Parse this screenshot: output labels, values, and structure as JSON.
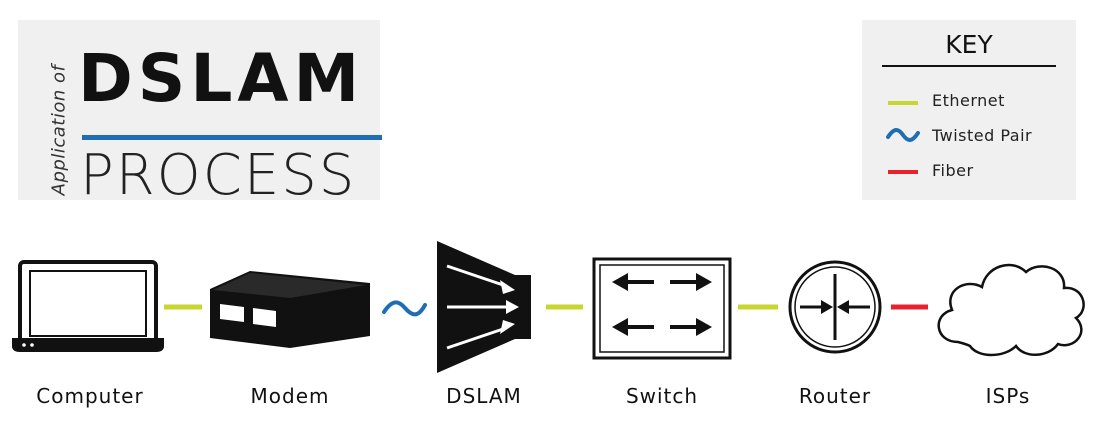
{
  "title": {
    "prefix": "Application of",
    "main": "DSLAM",
    "sub": "PROCESS"
  },
  "key": {
    "title": "KEY",
    "items": [
      {
        "label": "Ethernet",
        "type": "ethernet"
      },
      {
        "label": "Twisted Pair",
        "type": "twisted-pair"
      },
      {
        "label": "Fiber",
        "type": "fiber"
      }
    ]
  },
  "colors": {
    "ethernet": "#c8d630",
    "twisted_pair": "#1f6db5",
    "fiber": "#e8222d",
    "panel": "#f0f0f0",
    "ink": "#111111"
  },
  "nodes": [
    {
      "id": "computer",
      "label": "Computer",
      "icon": "laptop-icon"
    },
    {
      "id": "modem",
      "label": "Modem",
      "icon": "modem-icon"
    },
    {
      "id": "dslam",
      "label": "DSLAM",
      "icon": "dslam-icon"
    },
    {
      "id": "switch",
      "label": "Switch",
      "icon": "switch-icon"
    },
    {
      "id": "router",
      "label": "Router",
      "icon": "router-icon"
    },
    {
      "id": "isps",
      "label": "ISPs",
      "icon": "cloud-icon"
    }
  ],
  "links": [
    {
      "from": "computer",
      "to": "modem",
      "type": "ethernet"
    },
    {
      "from": "modem",
      "to": "dslam",
      "type": "twisted-pair"
    },
    {
      "from": "dslam",
      "to": "switch",
      "type": "ethernet"
    },
    {
      "from": "switch",
      "to": "router",
      "type": "ethernet"
    },
    {
      "from": "router",
      "to": "isps",
      "type": "fiber"
    }
  ]
}
